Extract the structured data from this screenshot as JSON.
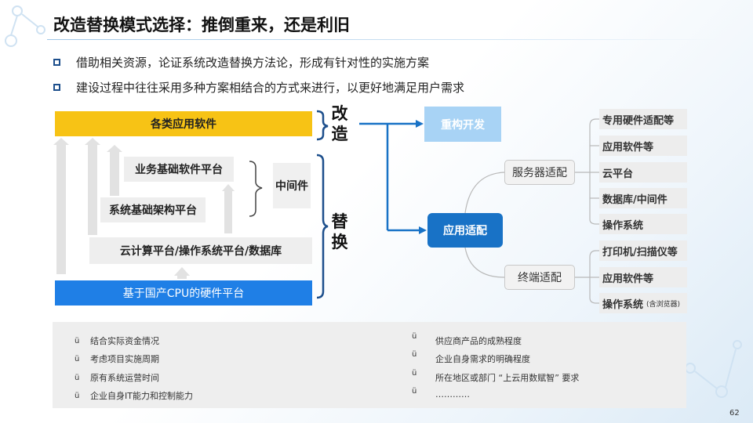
{
  "title": "改造替换模式选择：推倒重来，还是利旧",
  "bullets": [
    "借助相关资源，论证系统改造替换方法论，形成有针对性的实施方案",
    "建设过程中往往采用多种方案相结合的方式来进行，以更好地满足用户需求"
  ],
  "stack": {
    "apps": "各类应用软件",
    "biz": "业务基础软件平台",
    "sys": "系统基础架构平台",
    "cloud": "云计算平台/操作系统平台/数据库",
    "hardware": "基于国产CPU的硬件平台",
    "middleware": "中间件"
  },
  "side_labels": {
    "renovate": "改造",
    "replace": "替换"
  },
  "tree": {
    "reconstruct": "重构开发",
    "adapt": "应用适配",
    "server": "服务器适配",
    "terminal": "终端适配",
    "server_leaves": [
      "专用硬件适配等",
      "应用软件等",
      "云平台",
      "数据库/中间件",
      "操作系统"
    ],
    "terminal_leaves": [
      "打印机/扫描仪等",
      "应用软件等",
      "操作系统"
    ],
    "terminal_leaf_note": "(含浏览器)"
  },
  "factors": {
    "marker": "ü",
    "left": [
      "结合实际资金情况",
      "考虑项目实施周期",
      "原有系统运营时间",
      "企业自身IT能力和控制能力"
    ],
    "right": [
      "供应商产品的成熟程度",
      "企业自身需求的明确程度",
      "所在地区或部门 “上云用数赋智” 要求",
      "…………"
    ]
  },
  "page_number": "62",
  "colors": {
    "accent_yellow": "#f7c315",
    "accent_blue": "#1872c6",
    "hardware_blue": "#1f7fe6",
    "light_blue": "#a8d3f5"
  }
}
